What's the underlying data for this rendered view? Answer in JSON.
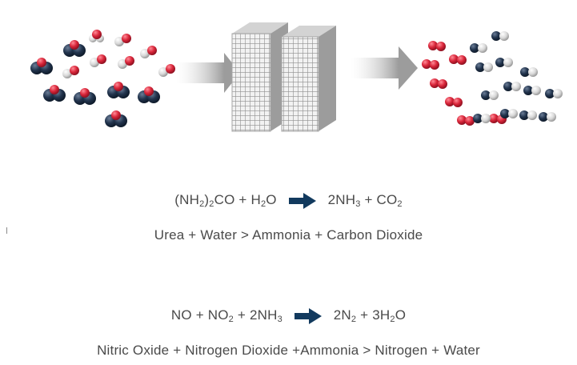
{
  "equation_1": {
    "lhs": [
      {
        "t": "(NH"
      },
      {
        "s": "2"
      },
      {
        "t": ")"
      },
      {
        "s": "2"
      },
      {
        "t": "CO + H"
      },
      {
        "s": "2"
      },
      {
        "t": "O"
      }
    ],
    "rhs": [
      {
        "t": "2NH"
      },
      {
        "s": "3"
      },
      {
        "t": " + CO"
      },
      {
        "s": "2"
      }
    ],
    "caption": "Urea + Water > Ammonia + Carbon Dioxide"
  },
  "equation_2": {
    "lhs": [
      {
        "t": "NO + NO"
      },
      {
        "s": "2"
      },
      {
        "t": " + 2NH"
      },
      {
        "s": "3"
      }
    ],
    "rhs": [
      {
        "t": "2N"
      },
      {
        "s": "2"
      },
      {
        "t": " + 3H"
      },
      {
        "s": "2"
      },
      {
        "t": "O"
      }
    ],
    "caption": "Nitric Oxide + Nitrogen Dioxide +Ammonia > Nitrogen + Water"
  },
  "colors": {
    "arrow_navy": "#123a5e",
    "text": "#4a4a4a",
    "molecule_dark": "#1f2f45",
    "molecule_red": "#d9263a",
    "molecule_light": "#e4e4e4",
    "catalyst_face": "#b9b9b9"
  },
  "icons": {
    "flow_arrow": "gray-flow-arrow-icon",
    "reaction_arrow": "navy-right-arrow-icon",
    "catalyst": "honeycomb-catalyst-block-icon",
    "molecule": "molecule-icon"
  }
}
